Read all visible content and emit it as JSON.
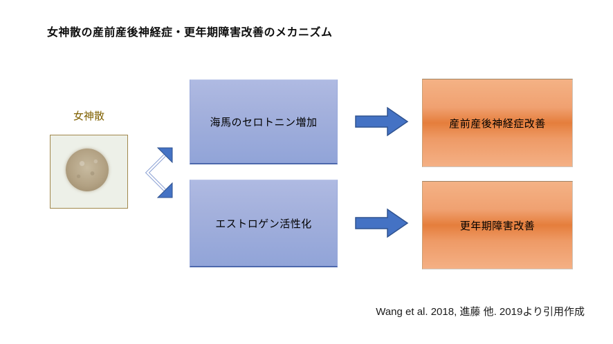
{
  "title": "女神散の産前産後神経症・更年期障害改善のメカニズム",
  "source": {
    "label": "女神散"
  },
  "flows": [
    {
      "mechanism": "海馬のセロトニン増加",
      "outcome": "産前産後神経症改善"
    },
    {
      "mechanism": "エストロゲン活性化",
      "outcome": "更年期障害改善"
    }
  ],
  "citation": "Wang et al. 2018, 進藤 他. 2019より引用作成",
  "icons": {
    "branch_arrows": "two bent arrows splitting up-right and down-right",
    "flow_arrow": "right-pointing block arrow"
  },
  "colors": {
    "mechanism_box_fill_top": "#afbae2",
    "mechanism_box_fill_bottom": "#91a4d8",
    "mechanism_box_border_bottom": "#4c67ac",
    "outcome_box_fill_light": "#f4b285",
    "outcome_box_fill_dark": "#e57e3c",
    "arrow_fill": "#4472c4",
    "arrow_outline": "#2f528f",
    "source_label_color": "#7f6000",
    "photo_border": "#a0874b",
    "photo_background": "#edf0e8",
    "powder_color": "#b3a284",
    "text_color": "#000000"
  }
}
